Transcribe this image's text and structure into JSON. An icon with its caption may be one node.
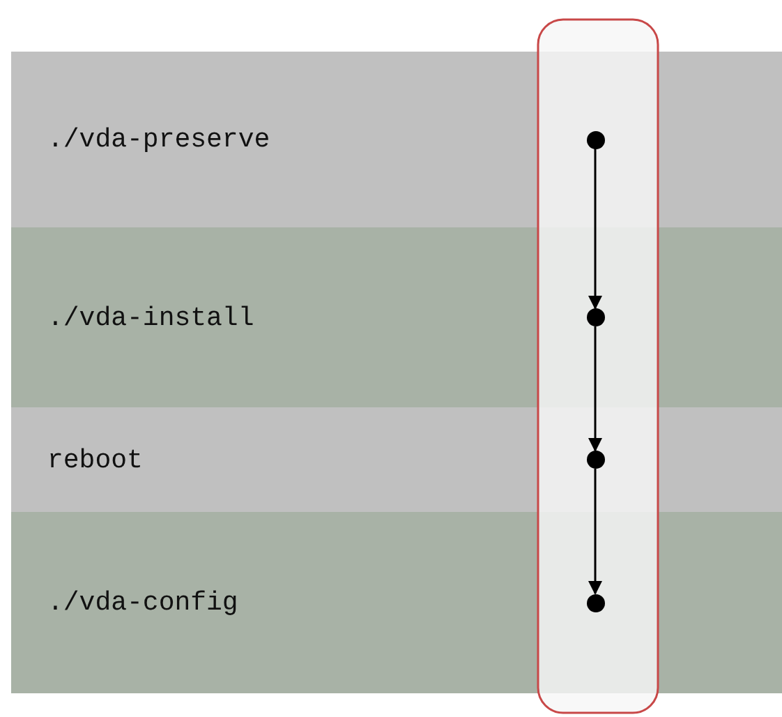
{
  "diagram": {
    "nodes": [
      {
        "text": [
          "./vda-preserve"
        ]
      },
      {
        "text": [
          "./vda-install"
        ]
      },
      {
        "text": [
          "reboot"
        ]
      },
      {
        "text": [
          "./vda-config"
        ]
      },
      {
        "text": [],
        "shape": "circle",
        "in": 0
      },
      {
        "text": [],
        "shape": "circle",
        "in": 1
      },
      {
        "text": [],
        "shape": "circle",
        "in": 2
      },
      {
        "text": [],
        "shape": "circle",
        "in": 3
      }
    ],
    "edges": [
      {
        "from": 4,
        "to": 5,
        "arrow": "to"
      },
      {
        "from": 5,
        "to": 6,
        "arrow": "to"
      },
      {
        "from": 6,
        "to": 7,
        "arrow": "to"
      }
    ]
  }
}
